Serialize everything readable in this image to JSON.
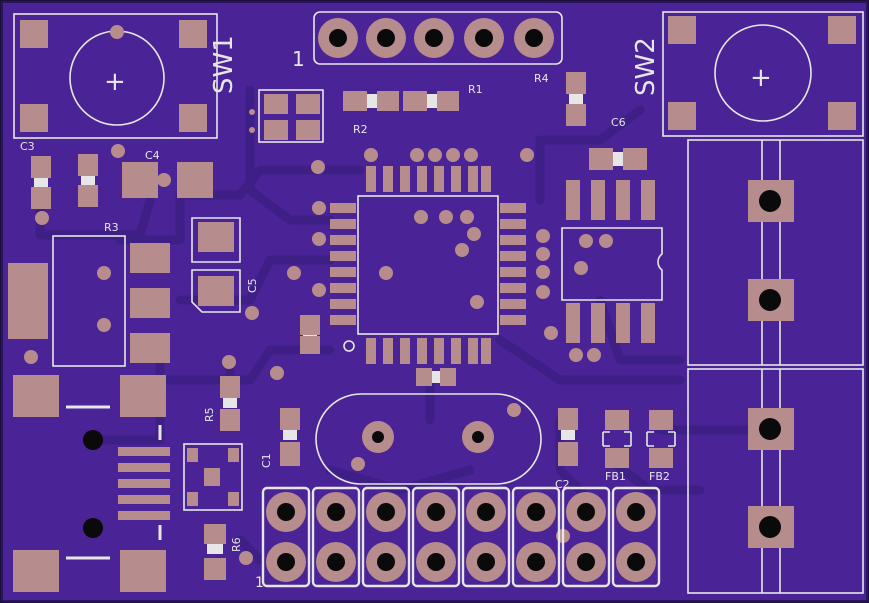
{
  "labels": {
    "sw1": "SW1",
    "sw2": "SW2",
    "pin1_top": "1",
    "pin1_bottom": "1",
    "r1": "R1",
    "r2": "R2",
    "r3": "R3",
    "r4": "R4",
    "r5": "R5",
    "r6": "R6",
    "c1": "C1",
    "c2": "C2",
    "c3": "C3",
    "c4": "C4",
    "c5": "C5",
    "c6": "C6",
    "fb1": "FB1",
    "fb2": "FB2",
    "plus1": "+",
    "plus2": "+"
  },
  "colors": {
    "board": "#4a2496",
    "copper_pad": "#b78c8c",
    "silkscreen": "#e6e6e6",
    "trace": "#3e1f86",
    "background": "#1c0f3a"
  }
}
